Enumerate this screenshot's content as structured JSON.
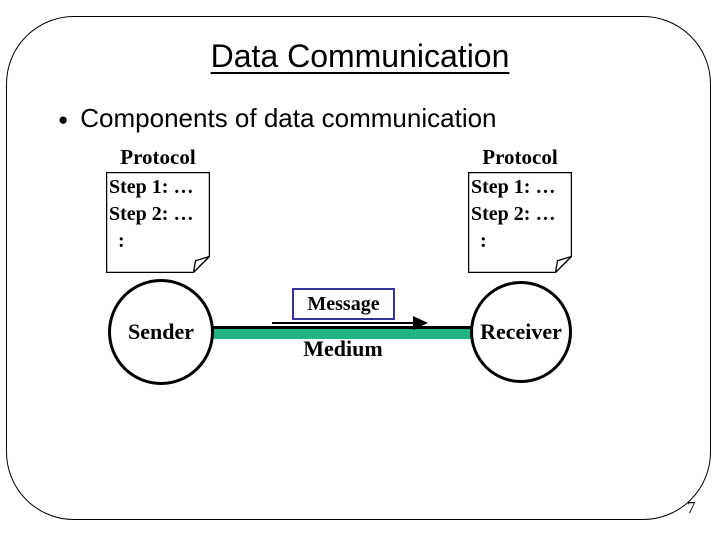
{
  "slide": {
    "title": "Data Communication",
    "bullet_marker": "●",
    "bullet_text": "Components of data communication",
    "page_number": "7"
  },
  "protocol_note": {
    "heading": "Protocol",
    "line1": "Step 1: …",
    "line2": "Step 2: …",
    "line3": ":"
  },
  "diagram": {
    "sender": "Sender",
    "receiver": "Receiver",
    "message": "Message",
    "medium": "Medium"
  },
  "colors": {
    "medium_bar": "#1FB583",
    "message_box_border": "#333399",
    "outline": "#000000",
    "background": "#FFFFFF"
  }
}
